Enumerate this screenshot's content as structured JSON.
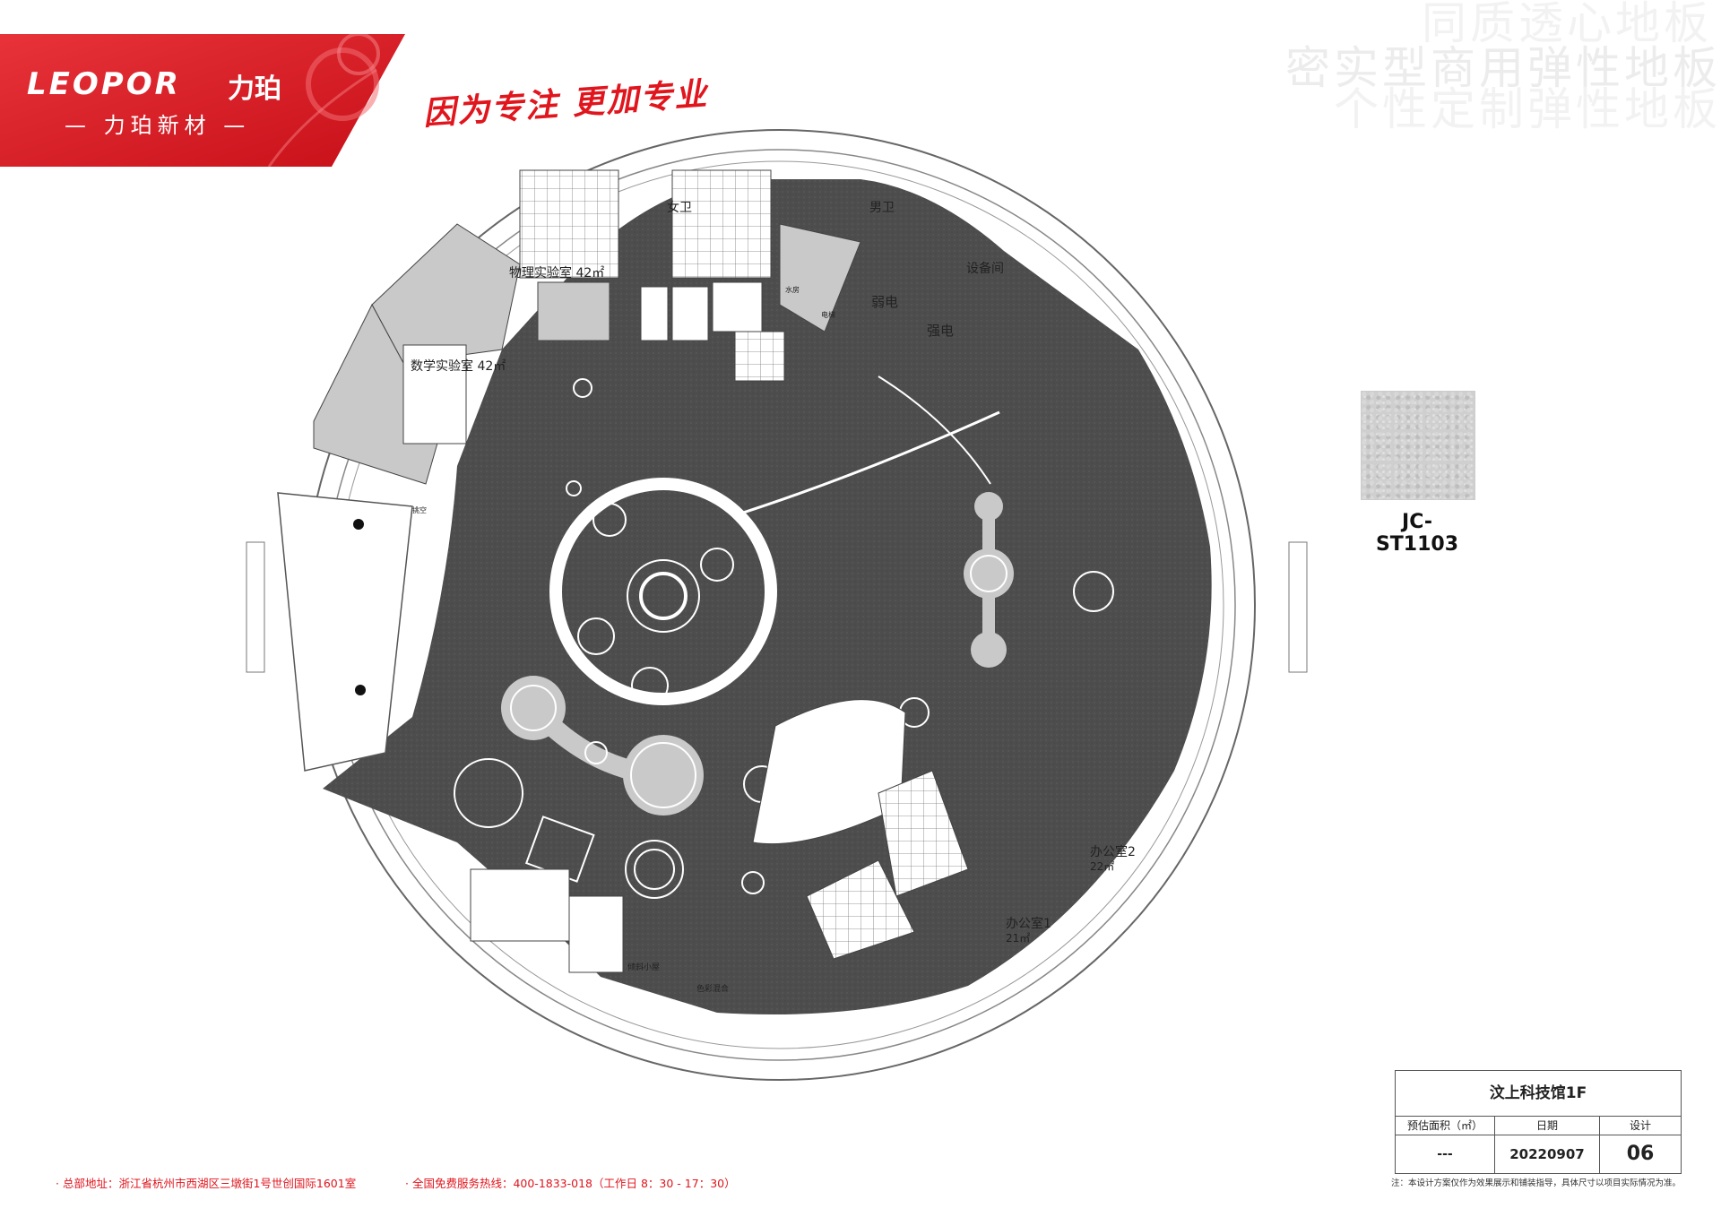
{
  "brand": {
    "name_en": "LEOPOR",
    "name_cn": "力珀",
    "subtitle": "— 力珀新材 —",
    "slogan": "因为专注  更加专业",
    "accent_color": "#e0151d"
  },
  "watermarks": [
    "同质透心地板",
    "密实型商用弹性地板",
    "个性定制弹性地板"
  ],
  "floor_plan": {
    "rooms": [
      {
        "name": "女卫"
      },
      {
        "name": "男卫"
      },
      {
        "name": "设备间"
      },
      {
        "name": "物理实验室 42㎡"
      },
      {
        "name": "数学实验室 42㎡"
      },
      {
        "name": "水房"
      },
      {
        "name": "电梯"
      },
      {
        "name": "弱电"
      },
      {
        "name": "强电"
      },
      {
        "name": "挑空"
      },
      {
        "name": "办公室2",
        "area": "22㎡"
      },
      {
        "name": "办公室1",
        "area": "21㎡"
      },
      {
        "name": "倾斜小屋"
      },
      {
        "name": "色彩混合"
      }
    ],
    "floor_color": "#4f4f4f",
    "room_fill_color": "#c9c9c9"
  },
  "material": {
    "code": "JC-ST1103"
  },
  "title_block": {
    "title": "汶上科技馆1F",
    "headers": [
      "预估面积（㎡）",
      "日期",
      "设计"
    ],
    "values": [
      "---",
      "20220907",
      "06"
    ]
  },
  "note": "注：本设计方案仅作为效果展示和铺装指导，具体尺寸以项目实际情况为准。",
  "footer": {
    "address": "· 总部地址：浙江省杭州市西湖区三墩街1号世创国际1601室",
    "hotline": "· 全国免费服务热线：400-1833-018（工作日 8：30 - 17：30）"
  }
}
